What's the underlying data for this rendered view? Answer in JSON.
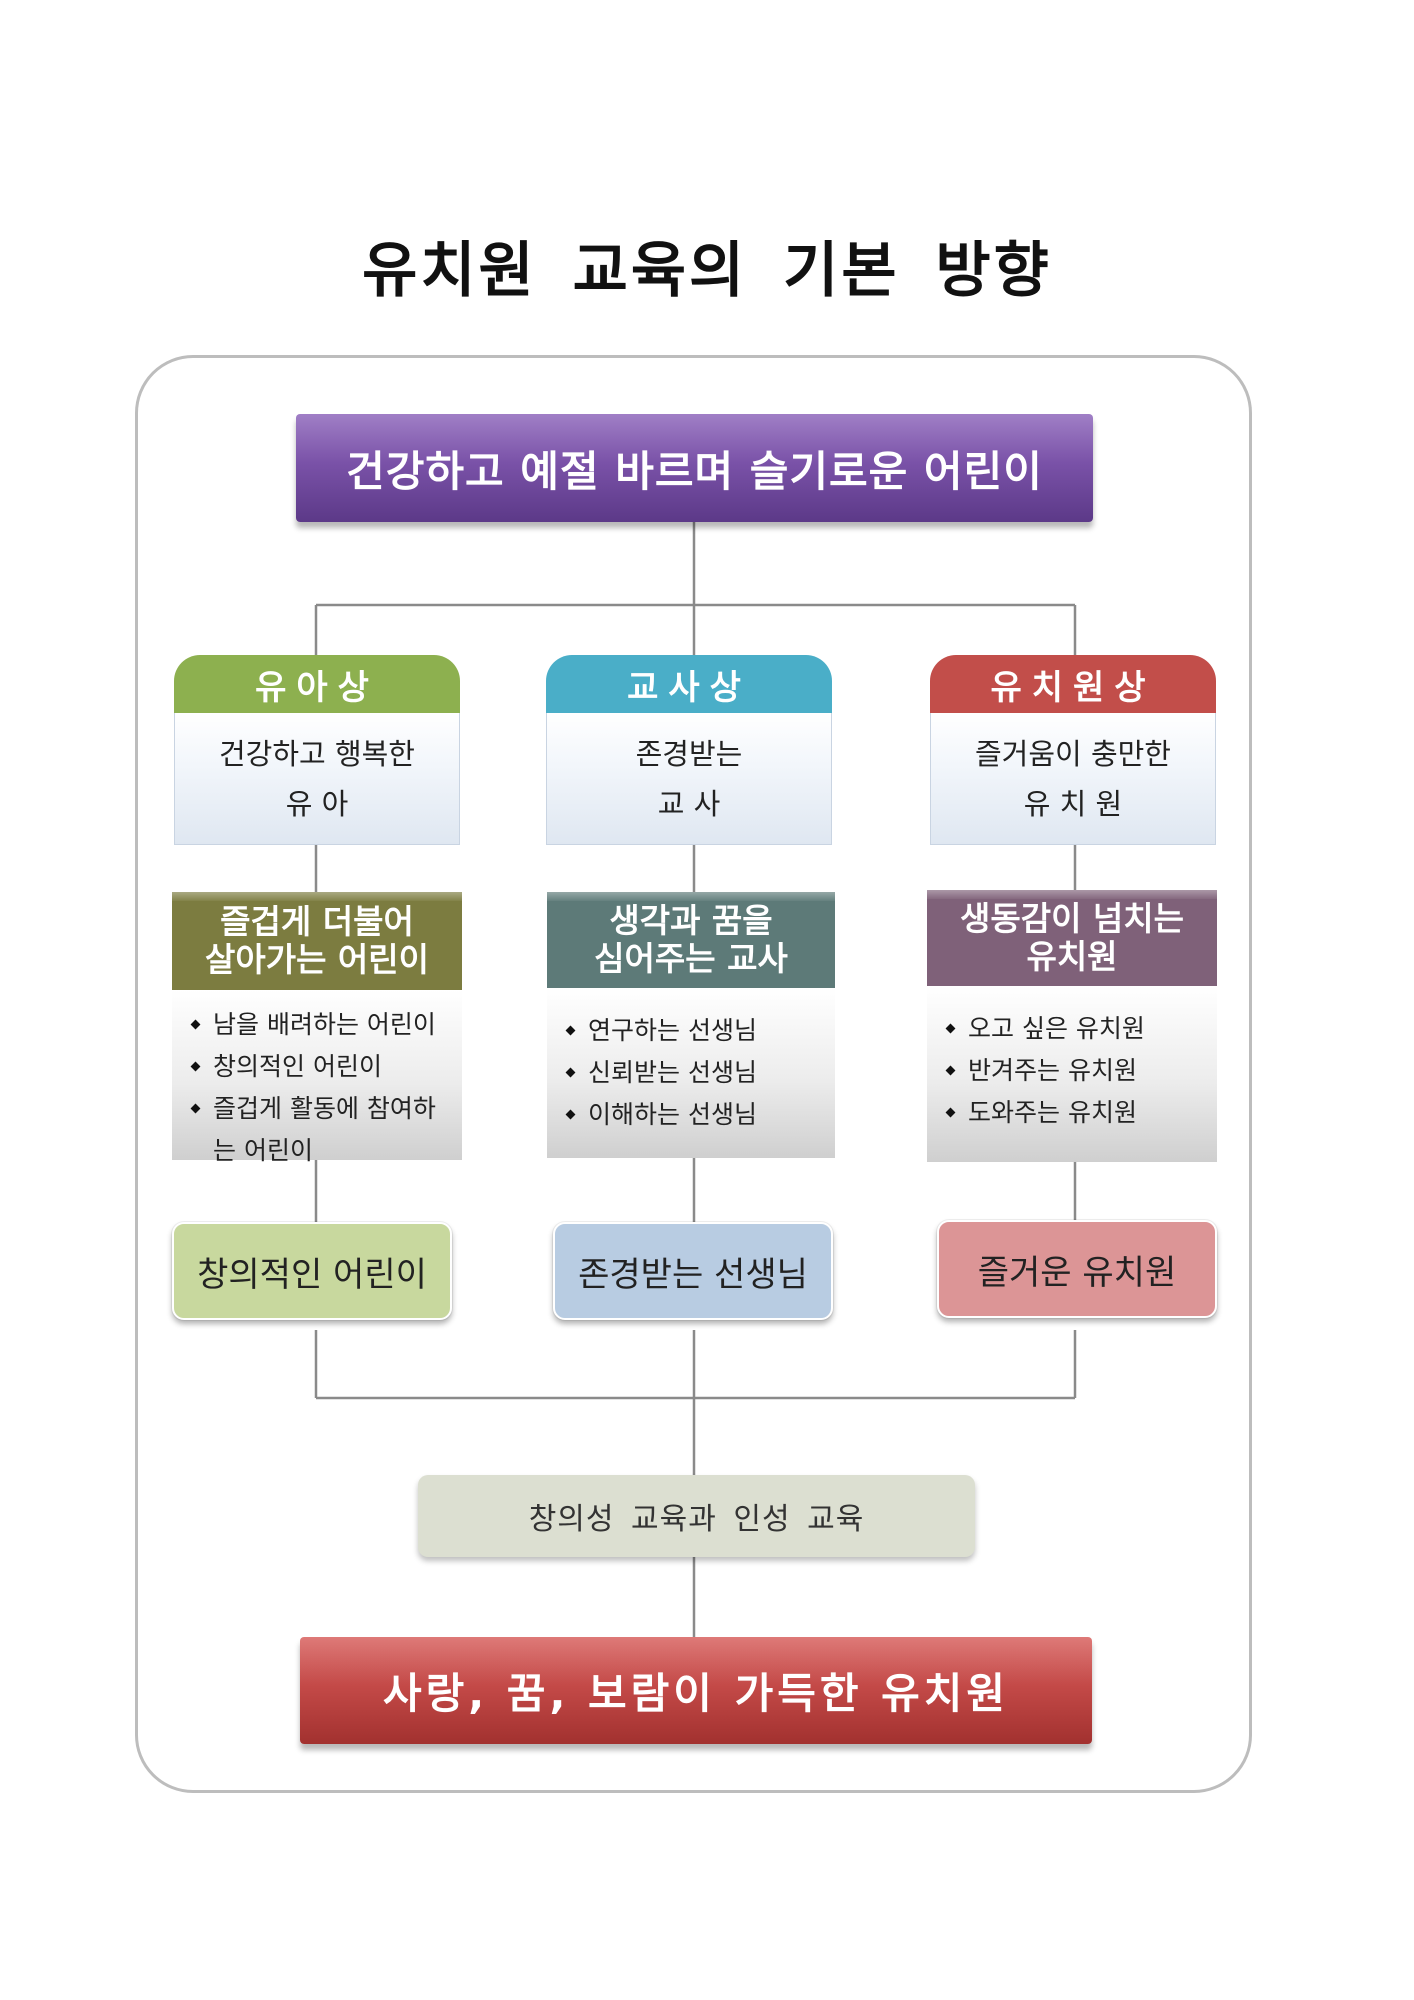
{
  "title": "유치원 교육의 기본 방향",
  "goal": "건강하고 예절 바르며 슬기로운 어린이",
  "columns": [
    {
      "tab_label": "유아상",
      "ideal_lines": [
        "건강하고 행복한",
        "유 아"
      ],
      "header_lines": [
        "즐겁게 더불어",
        "살아가는 어린이"
      ],
      "bullets": [
        "남을 배려하는 어린이",
        "창의적인 어린이",
        "즐겁게 활동에 참여하는 어린이"
      ],
      "result": "창의적인 어린이",
      "colors": {
        "tab": "#8db04f",
        "header": "#7c7c40",
        "result": "#c8d89e"
      }
    },
    {
      "tab_label": "교사상",
      "ideal_lines": [
        "존경받는",
        "교 사"
      ],
      "header_lines": [
        "생각과 꿈을",
        "심어주는 교사"
      ],
      "bullets": [
        "연구하는 선생님",
        "신뢰받는 선생님",
        "이해하는 선생님"
      ],
      "result": "존경받는 선생님",
      "colors": {
        "tab": "#4aaec8",
        "header": "#5d7a78",
        "result": "#b8cce2"
      }
    },
    {
      "tab_label": "유치원상",
      "ideal_lines": [
        "즐거움이 충만한",
        "유 치 원"
      ],
      "header_lines": [
        "생동감이 넘치는",
        "유치원"
      ],
      "bullets": [
        "오고 싶은 유치원",
        "반겨주는 유치원",
        "도와주는 유치원"
      ],
      "result": "즐거운 유치원",
      "colors": {
        "tab": "#c24e4a",
        "header": "#7f6179",
        "result": "#dc9596"
      }
    }
  ],
  "method": "창의성 교육과 인성 교육",
  "vision": "사랑, 꿈, 보람이 가득한 유치원"
}
